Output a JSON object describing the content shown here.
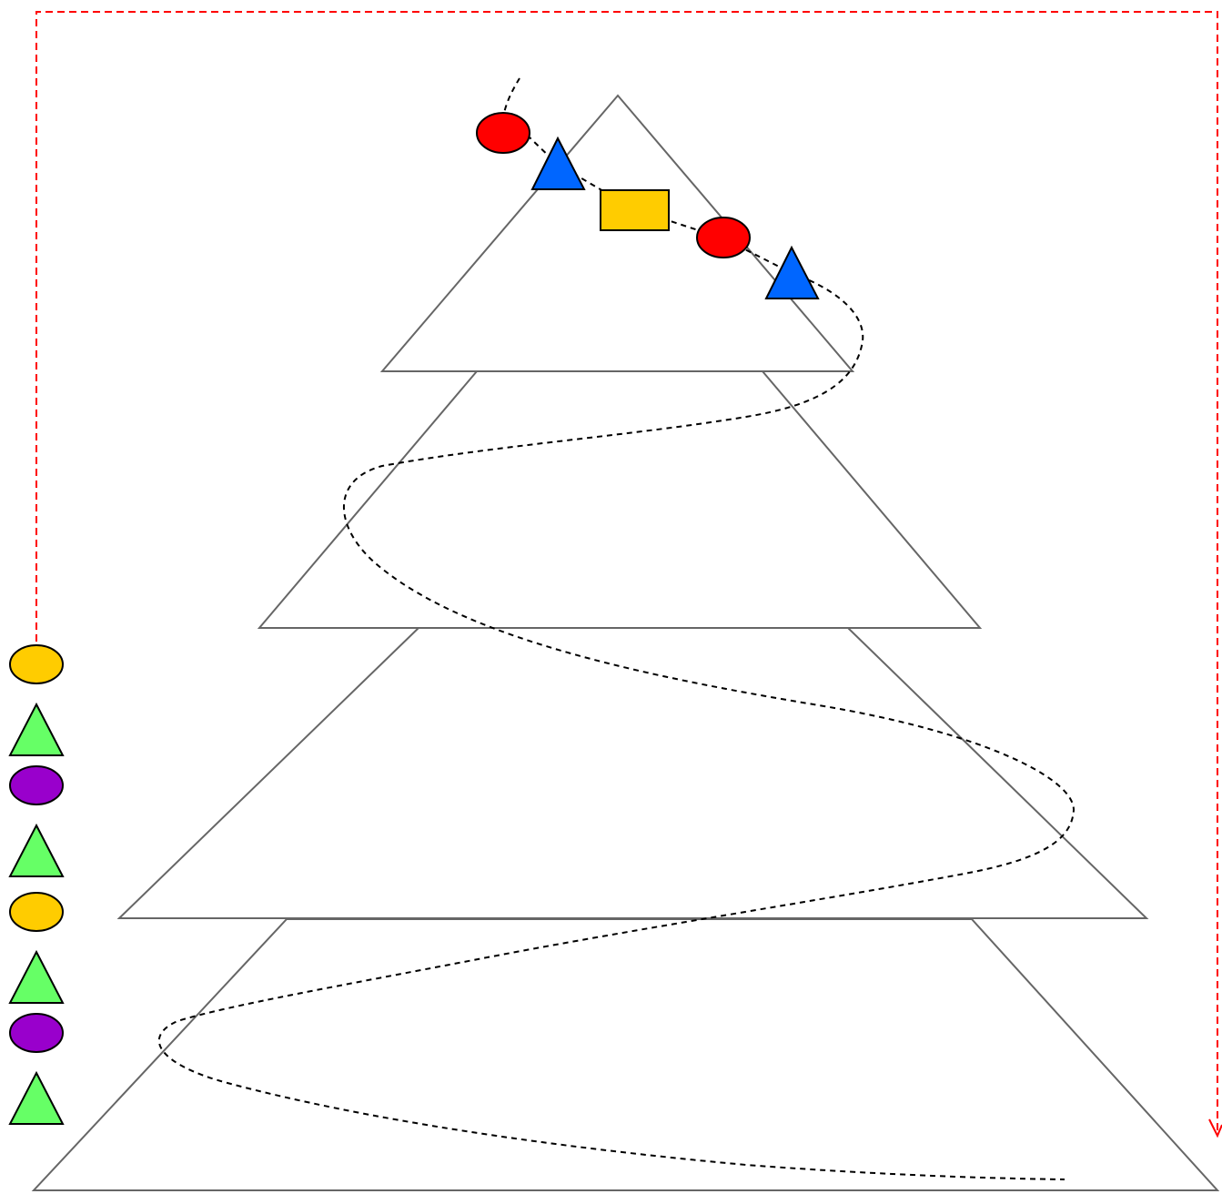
{
  "colors": {
    "background": "#ffffff",
    "tree_outline": "#666666",
    "garland": "#000000",
    "arrow": "#ff0000",
    "red": "#ff0000",
    "blue": "#0066ff",
    "yellow": "#ffcc00",
    "green": "#66ff66",
    "purple": "#9900cc",
    "stroke": "#000000"
  },
  "tree": {
    "tier_count": 4
  },
  "garland": {
    "style": "dashed"
  },
  "ornaments_on_tree": [
    {
      "shape": "ellipse",
      "color": "red"
    },
    {
      "shape": "triangle",
      "color": "blue"
    },
    {
      "shape": "rectangle",
      "color": "yellow"
    },
    {
      "shape": "ellipse",
      "color": "red"
    },
    {
      "shape": "triangle",
      "color": "blue"
    }
  ],
  "ornament_queue": [
    {
      "shape": "ellipse",
      "color": "yellow"
    },
    {
      "shape": "triangle",
      "color": "green"
    },
    {
      "shape": "ellipse",
      "color": "purple"
    },
    {
      "shape": "triangle",
      "color": "green"
    },
    {
      "shape": "ellipse",
      "color": "yellow"
    },
    {
      "shape": "triangle",
      "color": "green"
    },
    {
      "shape": "ellipse",
      "color": "purple"
    },
    {
      "shape": "triangle",
      "color": "green"
    }
  ],
  "arrow": {
    "style": "dashed",
    "direction": "clockwise"
  }
}
